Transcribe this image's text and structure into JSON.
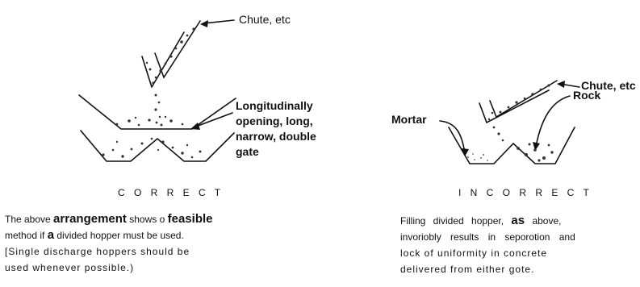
{
  "left": {
    "chute_label": "Chute, etc",
    "gate_label": [
      "Longitudinally",
      "opening, long,",
      "narrow, double",
      "gate"
    ],
    "verdict": "C O R R E C T",
    "caption": [
      [
        "The above ",
        "arrangement",
        " shows o ",
        "feasible"
      ],
      [
        "method if ",
        "a",
        " divided hopper must be used."
      ],
      [
        "[Single discharge hoppers should be"
      ],
      [
        "used whenever possible.)"
      ]
    ]
  },
  "right": {
    "chute_label": "Chute, etc",
    "mortar_label": "Mortar",
    "rock_label": "Rock",
    "verdict": "I N C O R R E C T",
    "caption": [
      [
        "Filling divided hopper, ",
        "as",
        " above,"
      ],
      [
        "invoriobly results in seporotion and"
      ],
      [
        "lock of uniformity in concrete"
      ],
      [
        "delivered from either gote."
      ]
    ]
  }
}
